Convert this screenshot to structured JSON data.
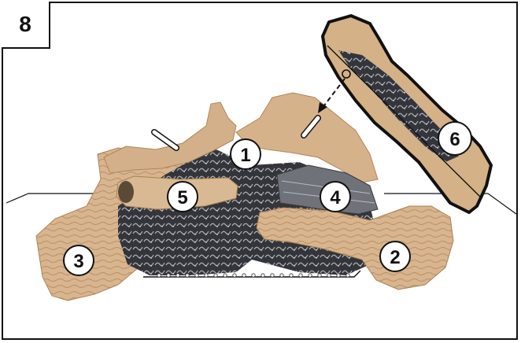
{
  "step": {
    "number": "8"
  },
  "callouts": [
    "1",
    "2",
    "3",
    "4",
    "5",
    "6"
  ],
  "colors": {
    "log_tan": "#d7b48d",
    "log_dark": "#bf9468",
    "ember_dark": "#2f3035",
    "ember_light": "#8c8f96",
    "outline": "#111111"
  }
}
